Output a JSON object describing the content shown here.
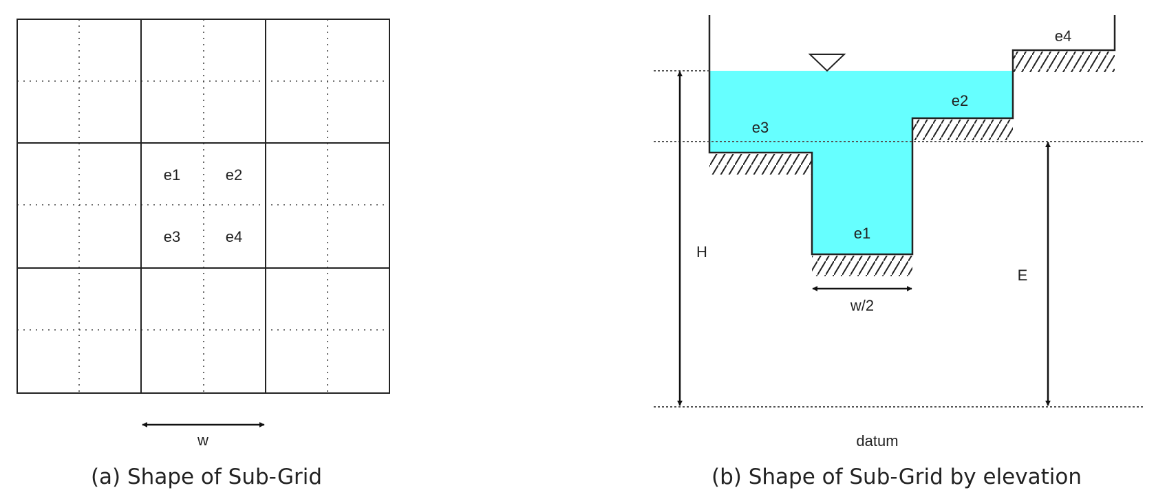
{
  "panel_a": {
    "cell_labels": [
      "e1",
      "e2",
      "e3",
      "e4"
    ],
    "width_label": "w",
    "caption": "(a) Shape of Sub-Grid"
  },
  "panel_b": {
    "level_labels": {
      "e1": "e1",
      "e2": "e2",
      "e3": "e3",
      "e4": "e4"
    },
    "half_width_label": "w/2",
    "water_level_label": "H",
    "bed_elevation_label": "E",
    "datum_label": "datum",
    "caption": "(b) Shape of Sub-Grid by elevation"
  },
  "colors": {
    "water": "#66ffff",
    "line": "#222222",
    "gridline": "#555555"
  }
}
